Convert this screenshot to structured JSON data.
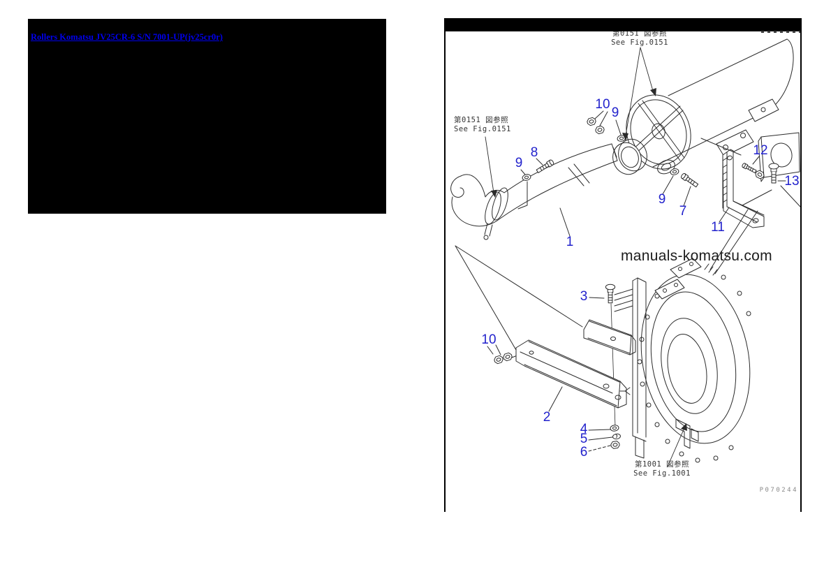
{
  "link_bar": {
    "label": "Rollers Komatsu JV25CR-6 S/N 7001-UP(jv25cr0r)"
  },
  "diagram": {
    "refs": {
      "top": {
        "jp": "第0151 図参照",
        "en": "See Fig.0151"
      },
      "left": {
        "jp": "第0151 図参照",
        "en": "See Fig.0151"
      },
      "bottom": {
        "jp": "第1001 図参照",
        "en": "See Fig.1001"
      }
    },
    "callouts": [
      {
        "n": "10"
      },
      {
        "n": "9"
      },
      {
        "n": "8"
      },
      {
        "n": "9"
      },
      {
        "n": "12"
      },
      {
        "n": "13"
      },
      {
        "n": "9"
      },
      {
        "n": "7"
      },
      {
        "n": "11"
      },
      {
        "n": "1"
      },
      {
        "n": "3"
      },
      {
        "n": "10"
      },
      {
        "n": "2"
      },
      {
        "n": "4"
      },
      {
        "n": "5"
      },
      {
        "n": "6"
      }
    ],
    "watermark": "manuals-komatsu.com",
    "plate_code": "P070244",
    "colors": {
      "callout_blue": "#2222cc",
      "link_blue": "#0000ee",
      "line_color": "#2b2b2b"
    }
  }
}
